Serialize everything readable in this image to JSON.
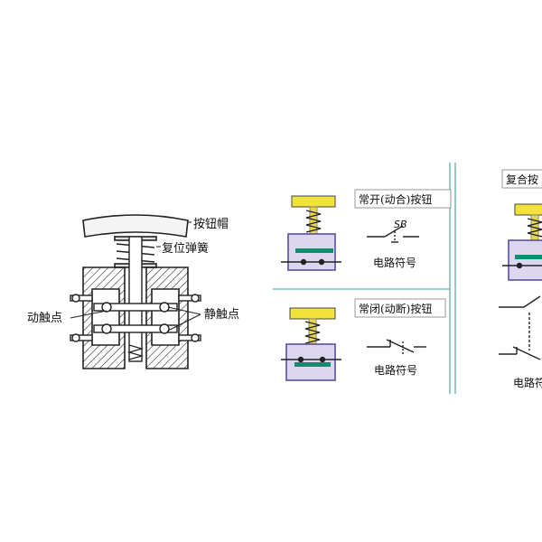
{
  "mechanism": {
    "label_cap": "按钮帽",
    "label_spring": "复位弹簧",
    "label_moving_contact": "动触点",
    "label_static_contact": "静触点"
  },
  "no_button": {
    "title": "常开(动合)按钮",
    "symbol_label": "SB",
    "caption": "电路符号"
  },
  "nc_button": {
    "title": "常闭(动断)按钮",
    "caption": "电路符号"
  },
  "compound_button": {
    "title": "复合按",
    "caption": "电路符"
  },
  "colors": {
    "cap": "#f2e23c",
    "stem": "#e6d84a",
    "housing_fill": "#dcd6f0",
    "housing_stroke": "#5a4fa0",
    "contact_bar": "#0b8f6e",
    "divider": "#6fc3b5"
  }
}
